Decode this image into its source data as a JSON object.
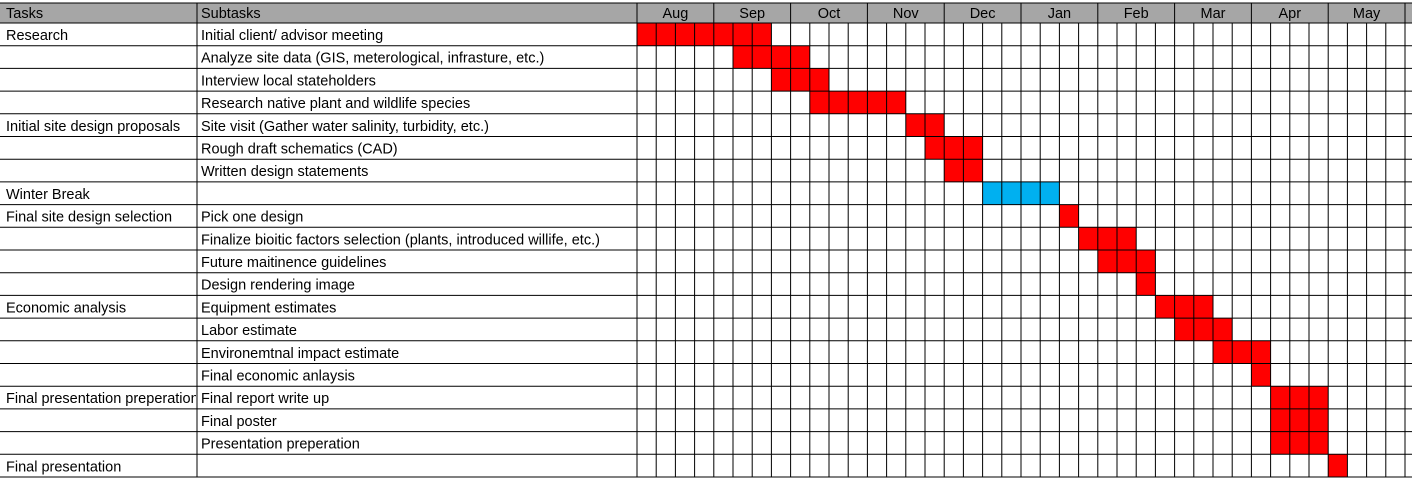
{
  "chart_data": {
    "type": "gantt",
    "headers": {
      "tasks": "Tasks",
      "subtasks": "Subtasks"
    },
    "months": [
      "Aug",
      "Sep",
      "Oct",
      "Nov",
      "Dec",
      "Jan",
      "Feb",
      "Mar",
      "Apr",
      "May"
    ],
    "weeks_per_month": 4,
    "colors": {
      "work": "#ff0000",
      "break": "#00b0f0",
      "header_fill": "#a6a6a6"
    },
    "rows": [
      {
        "task": "Research",
        "subtask": "Initial client/ advisor meeting",
        "start": 0,
        "end": 7,
        "kind": "work"
      },
      {
        "task": "",
        "subtask": "Analyze site data (GIS, meterological, infrasture, etc.)",
        "start": 5,
        "end": 9,
        "kind": "work"
      },
      {
        "task": "",
        "subtask": "Interview local stateholders",
        "start": 7,
        "end": 10,
        "kind": "work"
      },
      {
        "task": "",
        "subtask": "Research native plant and wildlife species",
        "start": 9,
        "end": 14,
        "kind": "work"
      },
      {
        "task": "Initial site design proposals",
        "subtask": "Site visit (Gather water salinity, turbidity, etc.)",
        "start": 14,
        "end": 16,
        "kind": "work"
      },
      {
        "task": "",
        "subtask": "Rough draft schematics (CAD)",
        "start": 15,
        "end": 18,
        "kind": "work"
      },
      {
        "task": "",
        "subtask": "Written design statements",
        "start": 16,
        "end": 18,
        "kind": "work"
      },
      {
        "task": "Winter Break",
        "subtask": "",
        "start": 18,
        "end": 22,
        "kind": "break"
      },
      {
        "task": "Final site design selection",
        "subtask": "Pick one design",
        "start": 22,
        "end": 23,
        "kind": "work"
      },
      {
        "task": "",
        "subtask": "Finalize bioitic factors selection (plants, introduced willife, etc.)",
        "start": 23,
        "end": 26,
        "kind": "work"
      },
      {
        "task": "",
        "subtask": "Future maitinence guidelines",
        "start": 24,
        "end": 27,
        "kind": "work"
      },
      {
        "task": "",
        "subtask": "Design rendering image",
        "start": 26,
        "end": 27,
        "kind": "work"
      },
      {
        "task": "Economic analysis",
        "subtask": "Equipment estimates",
        "start": 27,
        "end": 30,
        "kind": "work"
      },
      {
        "task": "",
        "subtask": "Labor estimate",
        "start": 28,
        "end": 31,
        "kind": "work"
      },
      {
        "task": "",
        "subtask": "Environemtnal impact estimate",
        "start": 30,
        "end": 33,
        "kind": "work"
      },
      {
        "task": "",
        "subtask": "Final economic anlaysis",
        "start": 32,
        "end": 33,
        "kind": "work"
      },
      {
        "task": "Final presentation preperation",
        "subtask": "Final report write up",
        "start": 33,
        "end": 36,
        "kind": "work"
      },
      {
        "task": "",
        "subtask": "Final poster",
        "start": 33,
        "end": 36,
        "kind": "work"
      },
      {
        "task": "",
        "subtask": "Presentation preperation",
        "start": 33,
        "end": 36,
        "kind": "work"
      },
      {
        "task": "Final presentation",
        "subtask": "",
        "start": 36,
        "end": 37,
        "kind": "work"
      }
    ]
  }
}
